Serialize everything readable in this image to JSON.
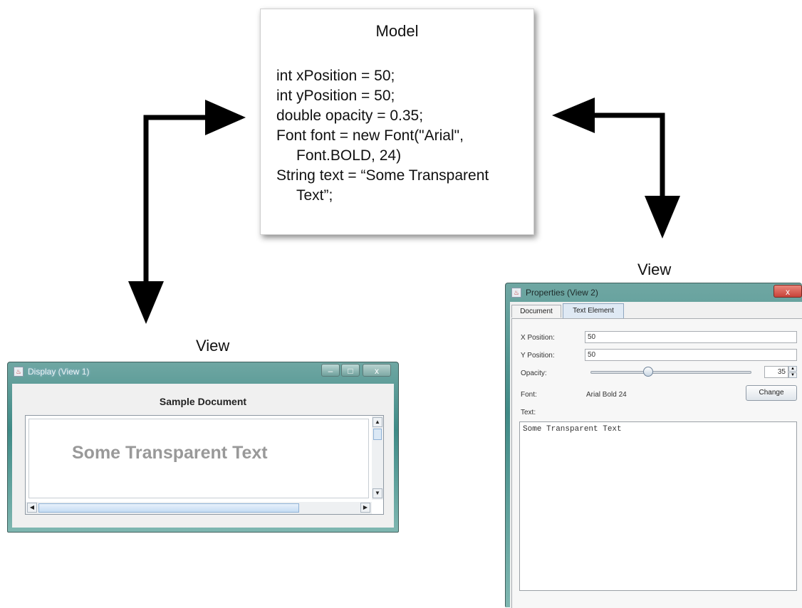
{
  "model": {
    "title": "Model",
    "lines": [
      "int xPosition = 50;",
      "int yPosition = 50;",
      "double opacity = 0.35;",
      "Font font = new Font(\"Arial\",",
      "Font.BOLD, 24)",
      "String text = “Some Transparent",
      "Text”;"
    ]
  },
  "view_left": {
    "label": "View",
    "window_title": "Display (View 1)",
    "heading": "Sample Document",
    "canvas_text": "Some Transparent Text",
    "canvas_text_color": "#999999"
  },
  "view_right": {
    "label": "View",
    "window_title": "Properties (View 2)",
    "tabs": [
      "Document",
      "Text Element"
    ],
    "fields": {
      "x_label": "X Position:",
      "x_value": "50",
      "y_label": "Y Position:",
      "y_value": "50",
      "opacity_label": "Opacity:",
      "opacity_value": "35",
      "opacity_fraction": 0.35,
      "font_label": "Font:",
      "font_value": "Arial Bold 24",
      "change_button": "Change",
      "text_label": "Text:",
      "text_value": "Some Transparent Text"
    }
  },
  "icons": {
    "window_app_icon": "java-cup-icon",
    "close_glyph": "x",
    "minimize_glyph": "–",
    "maximize_glyph": "□"
  },
  "colors": {
    "arrow": "#000000",
    "window_frame": "#3f8a86",
    "close_button": "#c8443a"
  }
}
